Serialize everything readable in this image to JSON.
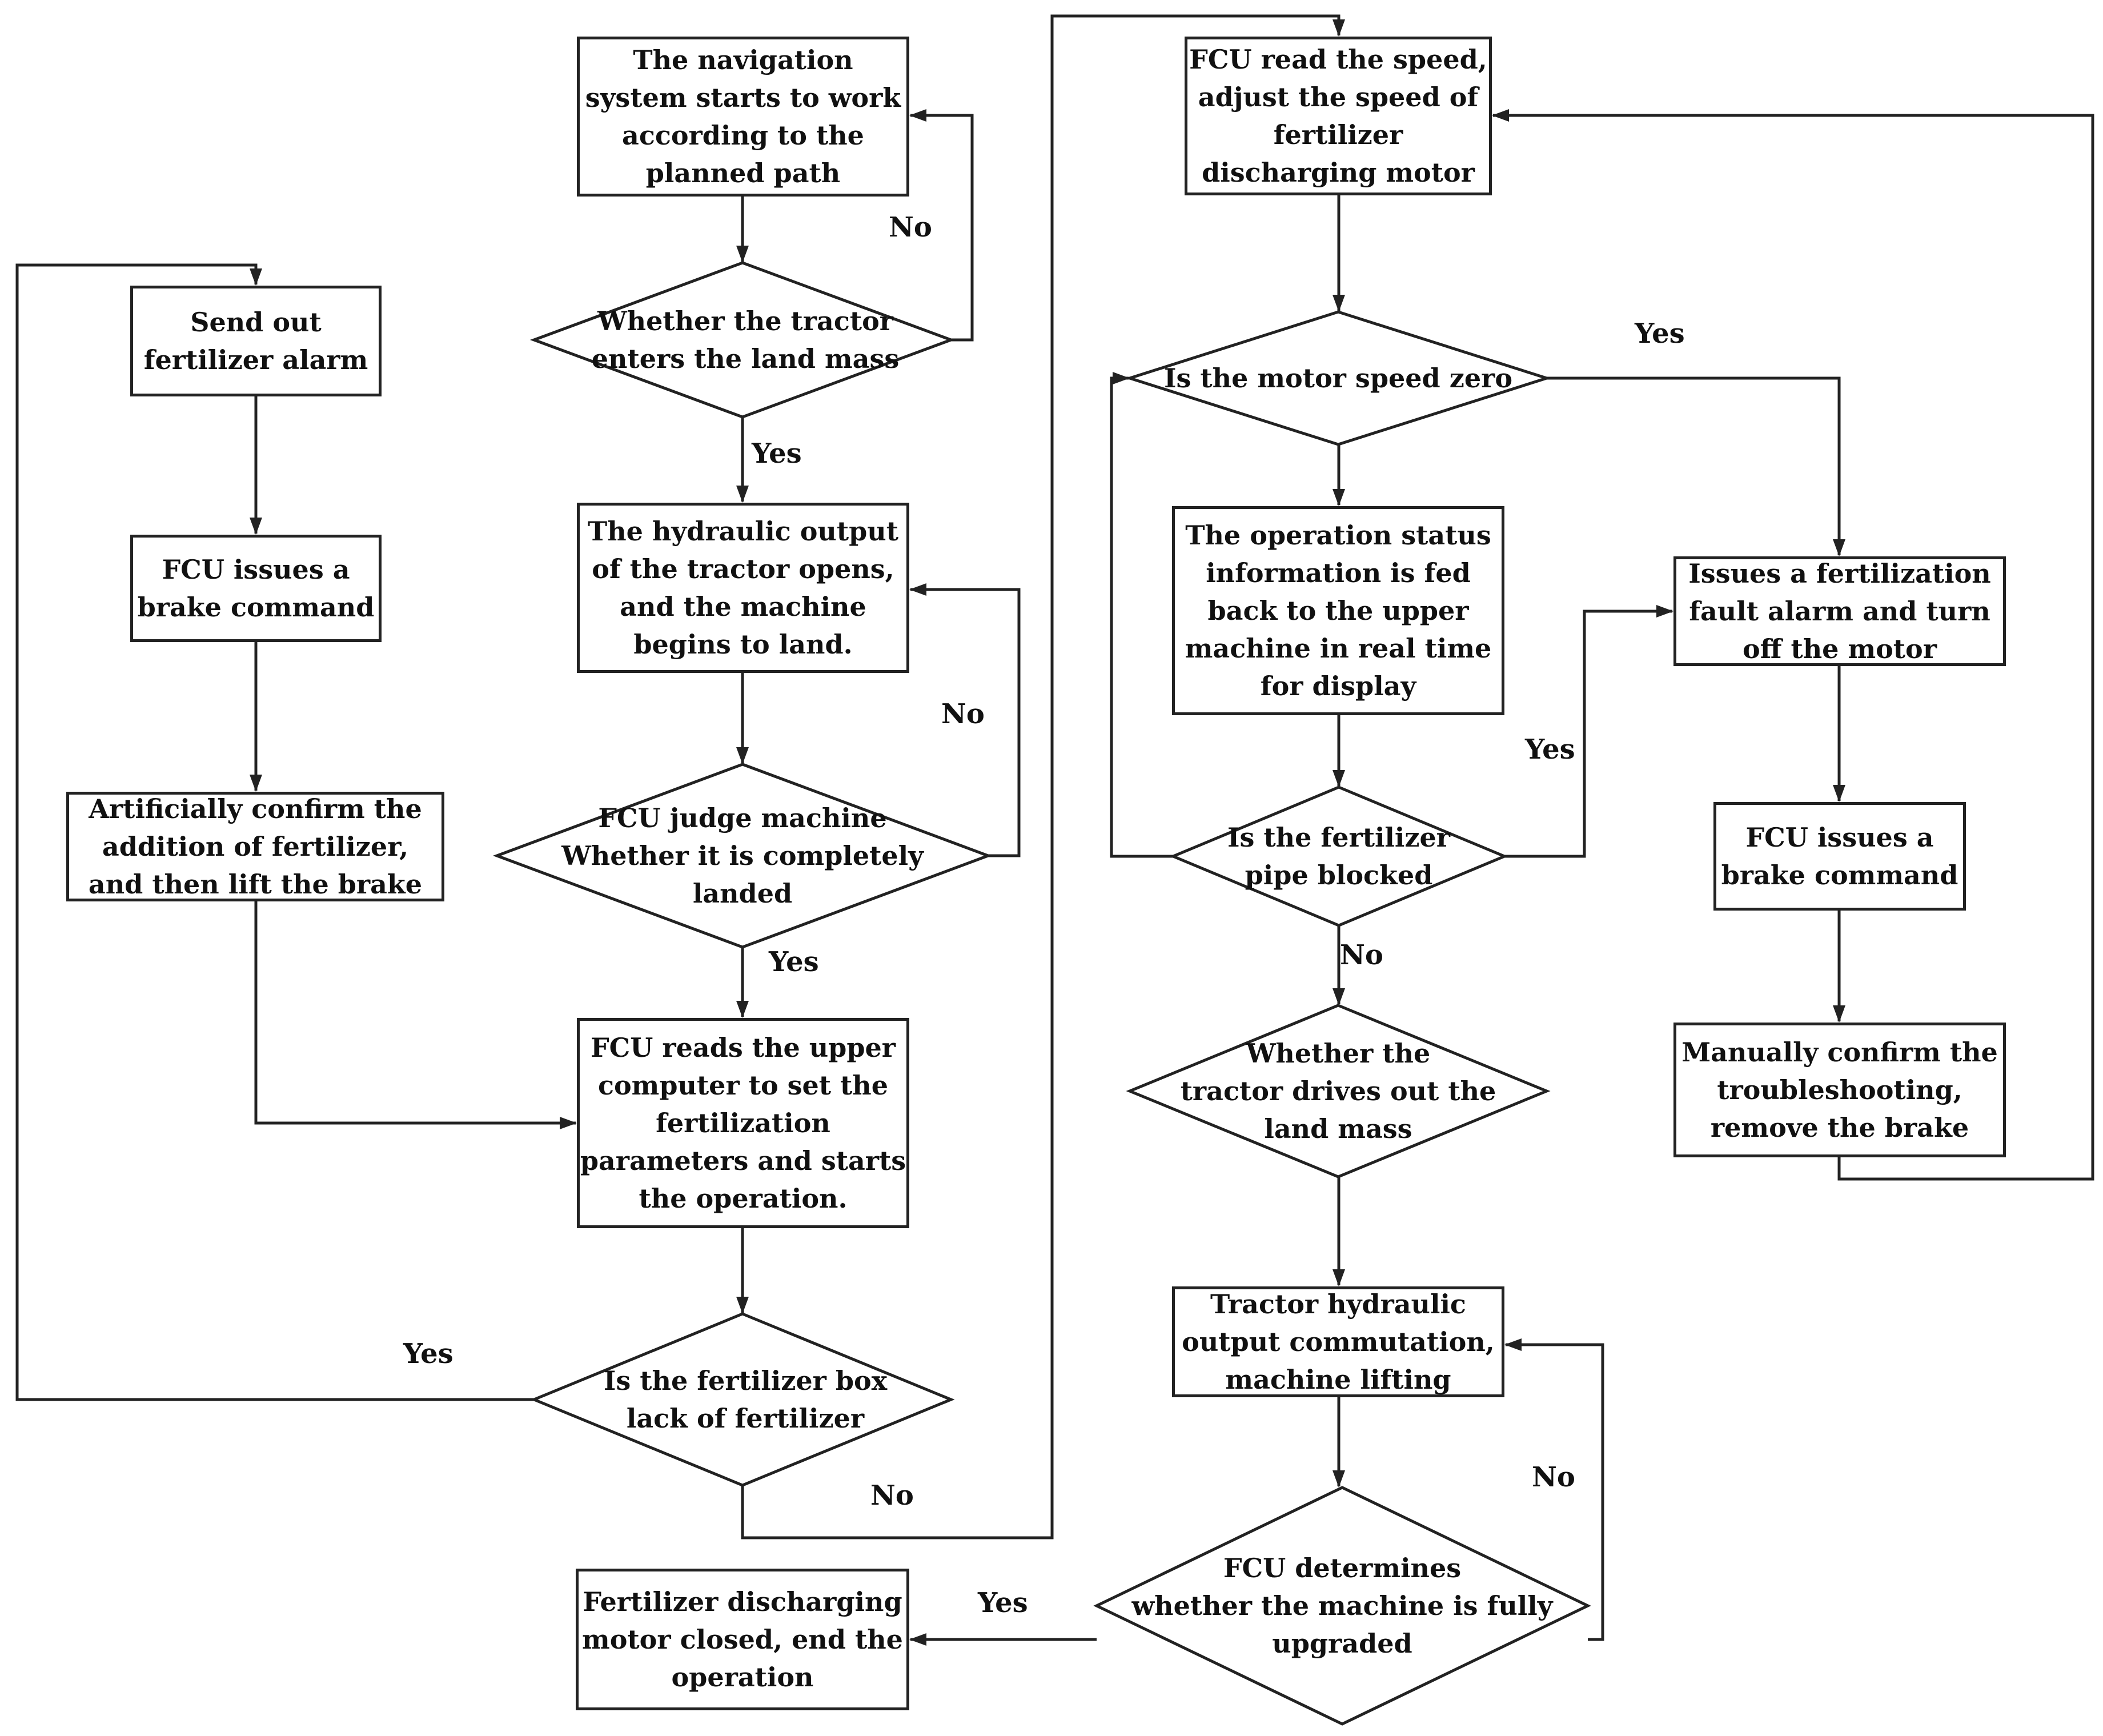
{
  "nodes": {
    "nav_start": [
      "The navigation",
      "system starts to work",
      "according to the",
      "planned path"
    ],
    "enter_land": [
      "Whether the tractor",
      "enters the land mass"
    ],
    "hydraulic_open": [
      "The hydraulic output",
      "of the tractor opens,",
      "and the machine",
      "begins to land."
    ],
    "landed_check": [
      "FCU judge machine",
      "Whether it is completely",
      "landed"
    ],
    "read_params": [
      "FCU reads the upper",
      "computer to set the",
      "fertilization",
      "parameters and starts",
      "the operation."
    ],
    "box_lack": [
      "Is the fertilizer box",
      "lack of fertilizer"
    ],
    "send_alarm": [
      "Send out",
      "fertilizer alarm"
    ],
    "brake_left": [
      "FCU issues a",
      "brake command"
    ],
    "confirm_add": [
      "Artificially confirm the",
      "addition of fertilizer,",
      "and then lift the brake"
    ],
    "read_speed": [
      "FCU read the speed,",
      "adjust the speed of",
      "fertilizer",
      "discharging motor"
    ],
    "motor_zero": [
      "Is the motor speed zero"
    ],
    "status_feedback": [
      "The operation status",
      "information is fed",
      "back to the upper",
      "machine in real time",
      "for display"
    ],
    "pipe_blocked": [
      "Is the fertilizer",
      "pipe blocked"
    ],
    "drive_out": [
      "Whether the",
      "tractor drives out the",
      "land mass"
    ],
    "lift": [
      "Tractor hydraulic",
      "output commutation,",
      "machine lifting"
    ],
    "fully_upgraded": [
      "FCU determines",
      "whether the machine is fully",
      "upgraded"
    ],
    "end_op": [
      "Fertilizer discharging",
      "motor closed, end the",
      "operation"
    ],
    "fault_alarm": [
      "Issues a fertilization",
      "fault alarm and turn",
      "off the motor"
    ],
    "brake_right": [
      "FCU issues a",
      "brake command"
    ],
    "troubleshoot": [
      "Manually confirm the",
      "troubleshooting,",
      "remove the brake"
    ]
  },
  "edge_labels": {
    "enter_no": "No",
    "enter_yes": "Yes",
    "landed_no": "No",
    "landed_yes": "Yes",
    "box_yes": "Yes",
    "box_no": "No",
    "motor_yes": "Yes",
    "pipe_yes": "Yes",
    "pipe_no": "No",
    "upgrade_no": "No",
    "upgrade_yes": "Yes"
  }
}
